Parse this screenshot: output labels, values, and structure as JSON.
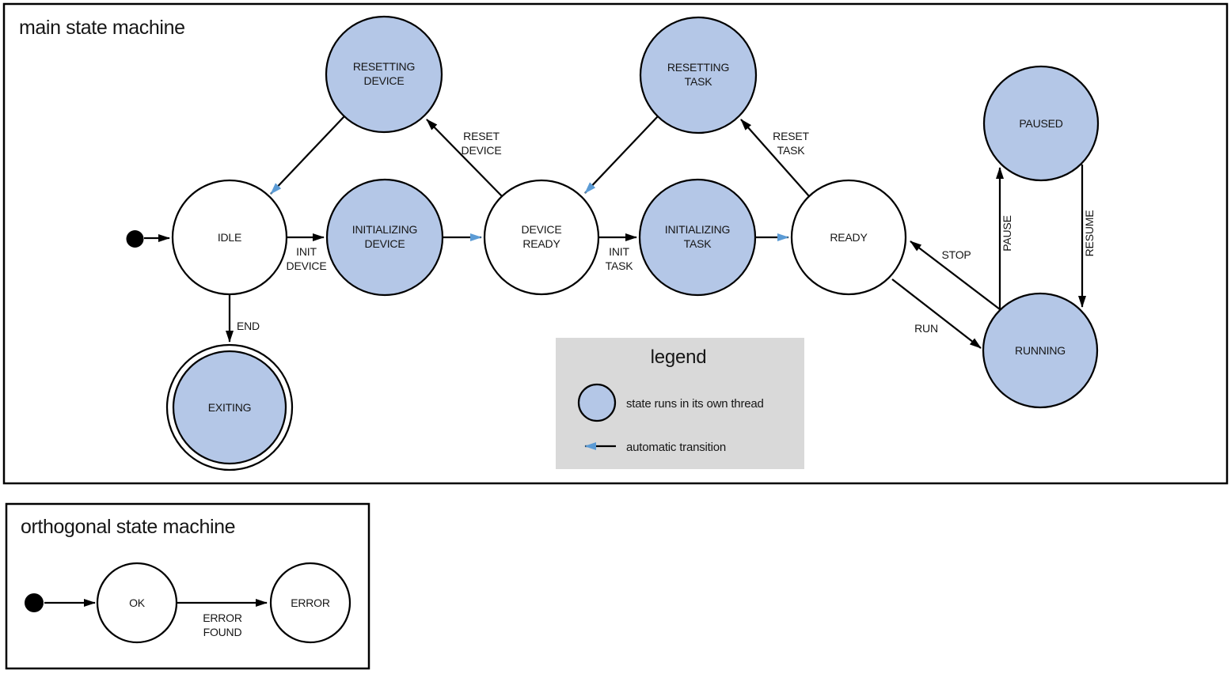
{
  "colors": {
    "state_fill": "#b4c7e7",
    "auto_transition": "#5b9bd5",
    "legend_bg": "#d9d9d9",
    "stroke": "#000000"
  },
  "main": {
    "title": "main state machine",
    "states": {
      "idle": {
        "label": "IDLE"
      },
      "resetting_device": {
        "line1": "RESETTING",
        "line2": "DEVICE"
      },
      "initializing_device": {
        "line1": "INITIALIZING",
        "line2": "DEVICE"
      },
      "device_ready": {
        "line1": "DEVICE",
        "line2": "READY"
      },
      "resetting_task": {
        "line1": "RESETTING",
        "line2": "TASK"
      },
      "initializing_task": {
        "line1": "INITIALIZING",
        "line2": "TASK"
      },
      "ready": {
        "label": "READY"
      },
      "paused": {
        "label": "PAUSED"
      },
      "running": {
        "label": "RUNNING"
      },
      "exiting": {
        "label": "EXITING"
      }
    },
    "transitions": {
      "init_device": {
        "line1": "INIT",
        "line2": "DEVICE"
      },
      "reset_device": {
        "line1": "RESET",
        "line2": "DEVICE"
      },
      "init_task": {
        "line1": "INIT",
        "line2": "TASK"
      },
      "reset_task": {
        "line1": "RESET",
        "line2": "TASK"
      },
      "end": {
        "label": "END"
      },
      "stop": {
        "label": "STOP"
      },
      "run": {
        "label": "RUN"
      },
      "pause": {
        "label": "PAUSE"
      },
      "resume": {
        "label": "RESUME"
      }
    }
  },
  "legend": {
    "title": "legend",
    "thread_item": "state runs in its own thread",
    "auto_item": "automatic transition"
  },
  "orthogonal": {
    "title": "orthogonal state machine",
    "states": {
      "ok": {
        "label": "OK"
      },
      "error": {
        "label": "ERROR"
      }
    },
    "transitions": {
      "error_found": {
        "line1": "ERROR",
        "line2": "FOUND"
      }
    }
  }
}
